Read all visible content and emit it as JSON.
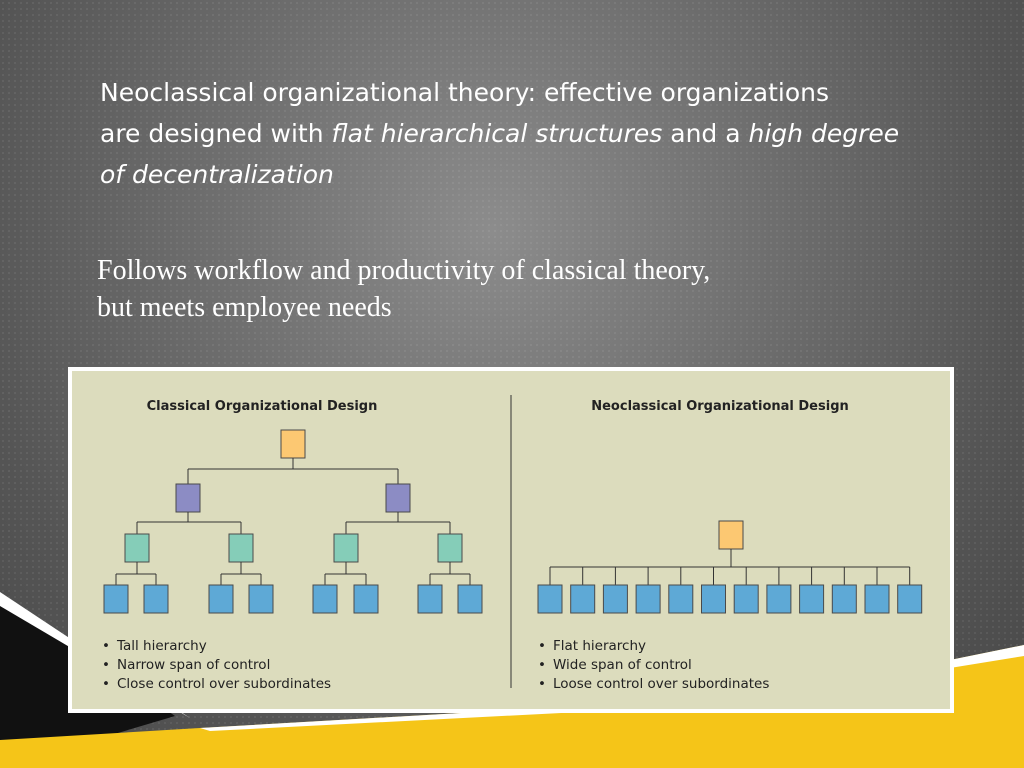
{
  "heading": {
    "line1": "Neoclassical organizational theory:  effective organizations",
    "line2_prefix": "are designed with ",
    "line2_italic": "flat hierarchical structures",
    "line2_mid": " and a ",
    "line2_italic_end": "high degree",
    "line3_italic": "of decentralization"
  },
  "subtext": {
    "line1": "Follows workflow and productivity of classical theory,",
    "line2": "but meets employee needs"
  },
  "figure": {
    "classical": {
      "title": "Classical Organizational Design",
      "bullets": [
        "Tall hierarchy",
        "Narrow span of control",
        "Close control over subordinates"
      ]
    },
    "neoclassical": {
      "title": "Neoclassical Organizational Design",
      "bullets": [
        "Flat hierarchy",
        "Wide span of control",
        "Loose control over subordinates"
      ]
    }
  },
  "colors": {
    "top_box": "#fcc872",
    "level2_box": "#8c8cc4",
    "level3_box": "#85cdb8",
    "leaf_box": "#5ea9d6",
    "accent_yellow": "#f5c518",
    "figure_background": "#dcdcbd"
  }
}
